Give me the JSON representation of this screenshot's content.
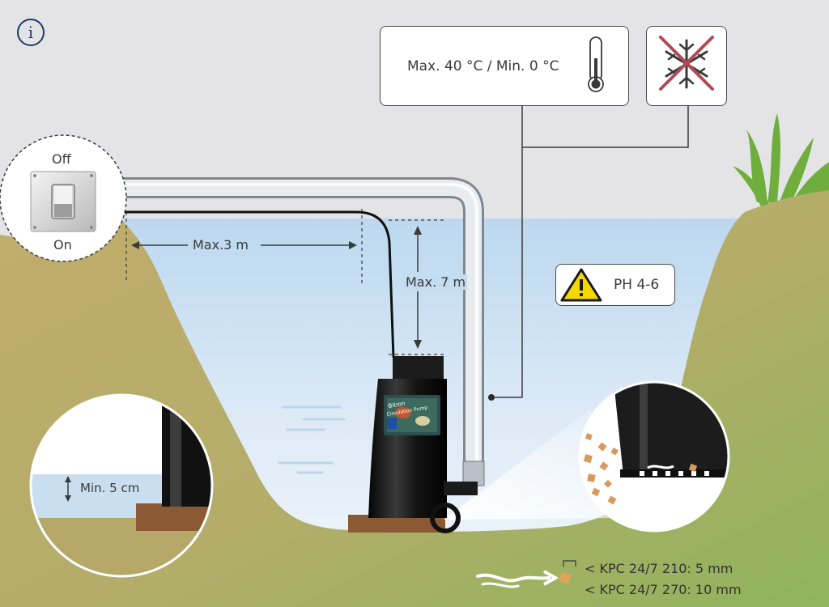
{
  "temperature": {
    "label": "Max. 40 °C / Min. 0 °C",
    "icon": "thermometer-icon"
  },
  "frost": {
    "icon": "no-frost-icon"
  },
  "switch": {
    "off_label": "Off",
    "on_label": "On"
  },
  "distances": {
    "horizontal": "Max.3 m",
    "vertical": "Max. 7 m",
    "min_depth": "Min. 5 cm"
  },
  "ph": {
    "label": "PH 4-6",
    "icon": "warning-icon"
  },
  "particles": {
    "line1": "< KPC 24/7 210: 5 mm",
    "line2": "< KPC 24/7 270: 10 mm"
  },
  "pump": {
    "brand": "Bitron",
    "name": "Circulation Pump"
  },
  "colors": {
    "sky": "#e4e4e6",
    "water": "#cfe3f4",
    "ground": "#b8a96a",
    "grass": "#8cb55a",
    "pipe": "#c9ced3",
    "pump": "#141414",
    "sign": "#f5d800"
  }
}
